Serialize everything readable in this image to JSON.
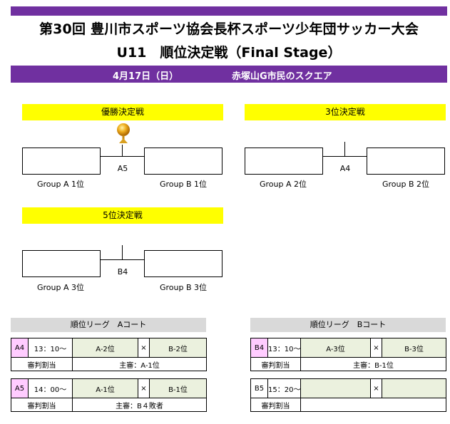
{
  "header": {
    "title_line1": "第30回 豊川市スポーツ協会長杯スポーツ少年団サッカー大会",
    "title_line2": "U11　順位決定戦（Final Stage）",
    "date": "4月17日（日）",
    "venue": "赤塚山G市民のスクエア"
  },
  "brackets": {
    "final": {
      "title": "優勝決定戦",
      "match": "A5",
      "left": "Group A 1位",
      "right": "Group B 1位"
    },
    "third": {
      "title": "3位決定戦",
      "match": "A4",
      "left": "Group A 2位",
      "right": "Group B 2位"
    },
    "fifth": {
      "title": "5位決定戦",
      "match": "B4",
      "left": "Group A 3位",
      "right": "Group B 3位"
    }
  },
  "courts": {
    "a": {
      "title": "順位リーグ　Aコート",
      "matches": [
        {
          "code": "A4",
          "time": "13：10〜",
          "home": "A-2位",
          "vs": "×",
          "away": "B-2位",
          "ref_label": "審判割当",
          "ref": "主審：A-1位"
        },
        {
          "code": "A5",
          "time": "14：00〜",
          "home": "A-1位",
          "vs": "×",
          "away": "B-1位",
          "ref_label": "審判割当",
          "ref": "主審：B４敗者"
        }
      ]
    },
    "b": {
      "title": "順位リーグ　Bコート",
      "matches": [
        {
          "code": "B4",
          "time": "13：10〜",
          "home": "A-3位",
          "vs": "×",
          "away": "B-3位",
          "ref_label": "審判割当",
          "ref": "主審：B-1位"
        },
        {
          "code": "B5",
          "time": "15：20〜",
          "home": "",
          "vs": "×",
          "away": "",
          "ref_label": "審判割当",
          "ref": ""
        }
      ]
    }
  },
  "colors": {
    "purple": "#7030a0",
    "yellow": "#ffff00",
    "pink": "#ffccff",
    "green": "#ebf1de",
    "gray": "#d9d9d9"
  },
  "icons": {
    "trophy": "trophy-icon"
  }
}
